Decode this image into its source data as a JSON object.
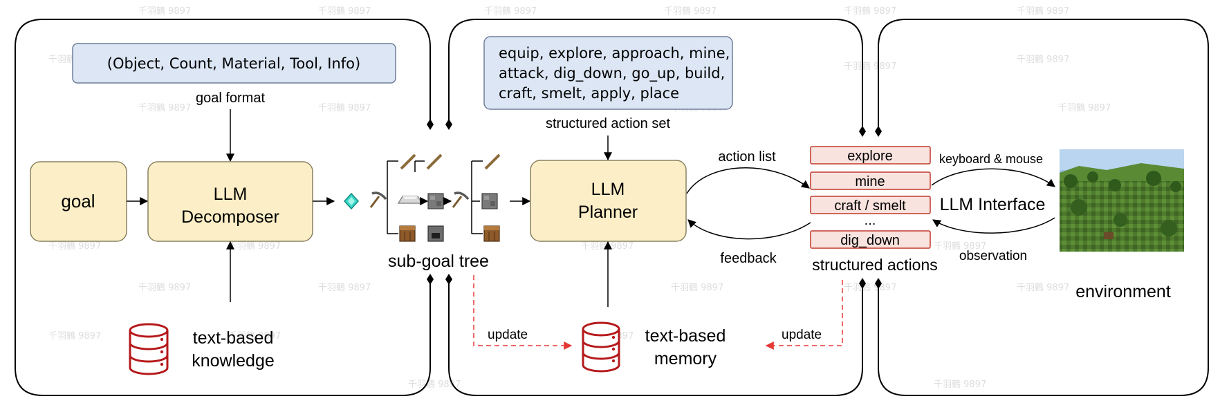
{
  "colors": {
    "beige_fill": "#fcefc7",
    "beige_stroke": "#8a8060",
    "blue_fill": "#dce6f4",
    "blue_stroke": "#6f7f99",
    "action_fill": "#f9e3df",
    "action_stroke": "#c0392b",
    "db_red": "#b5191b",
    "dashed_red": "#e53935",
    "diamond": "#3ad8c8"
  },
  "labels": {
    "goal_format_box": "(Object, Count, Material, Tool, Info)",
    "goal_format": "goal format",
    "goal": "goal",
    "decomposer_l1": "LLM",
    "decomposer_l2": "Decomposer",
    "knowledge_l1": "text-based",
    "knowledge_l2": "knowledge",
    "subgoal_tree": "sub-goal tree",
    "action_set_l1": "equip, explore, approach, mine,",
    "action_set_l2": "attack, dig_down, go_up, build,",
    "action_set_l3": "craft, smelt, apply, place",
    "structured_action_set": "structured action set",
    "planner_l1": "LLM",
    "planner_l2": "Planner",
    "memory_l1": "text-based",
    "memory_l2": "memory",
    "update_left": "update",
    "update_right": "update",
    "action_list": "action list",
    "feedback": "feedback",
    "actions": [
      "explore",
      "mine",
      "craft / smelt",
      "dig_down"
    ],
    "ellipsis": "...",
    "structured_actions": "structured actions",
    "keyboard_mouse": "keyboard & mouse",
    "llm_interface": "LLM Interface",
    "observation": "observation",
    "environment": "environment",
    "watermark": "千羽鶴 9897"
  }
}
